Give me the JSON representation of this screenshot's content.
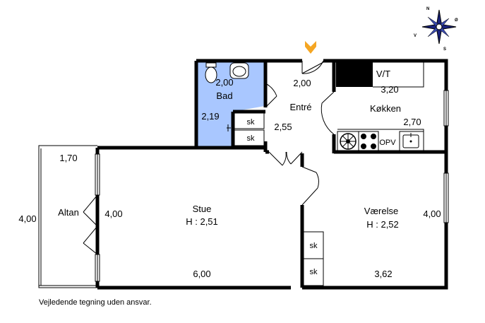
{
  "disclaimer": "Vejledende tegning uden ansvar.",
  "compass": {
    "n": "N",
    "e": "Ø",
    "s": "S",
    "w": "V"
  },
  "colors": {
    "bath_fill": "#a9c7ff",
    "entrance_marker": "#f5a623",
    "wall": "#000000"
  },
  "rooms": {
    "bad": {
      "name": "Bad",
      "width": "2,00",
      "depth": "2,19"
    },
    "entre": {
      "name": "Entré",
      "width": "2,00",
      "depth": "2,55"
    },
    "kokken": {
      "name": "Køkken",
      "width": "3,20",
      "depth": "2,70",
      "vt": "V/T",
      "opv": "OPV"
    },
    "altan": {
      "name": "Altan",
      "width": "1,70",
      "depth": "4,00"
    },
    "stue": {
      "name": "Stue",
      "height": "H : 2,51",
      "width": "6,00",
      "depth": "4,00"
    },
    "vaerelse": {
      "name": "Værelse",
      "height": "H : 2,52",
      "width": "3,62",
      "depth": "4,00"
    }
  },
  "closets": {
    "label": "sk"
  }
}
